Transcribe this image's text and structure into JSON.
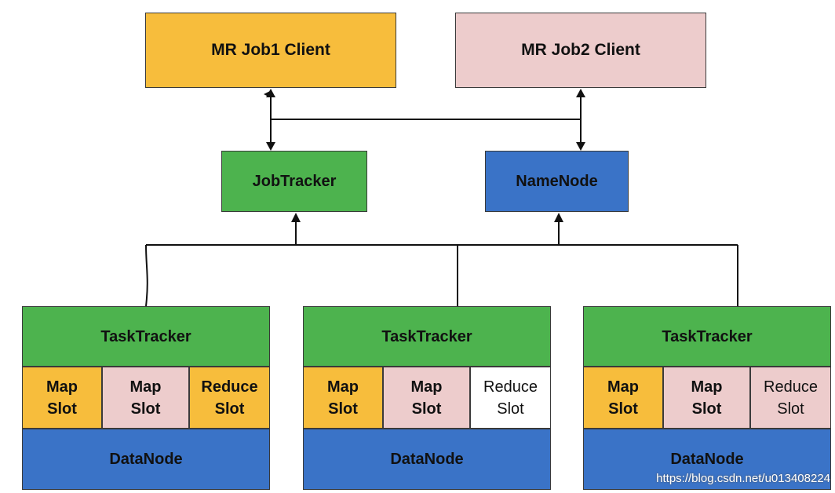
{
  "clients": [
    {
      "label": "MR Job1 Client",
      "color": "#f7bd3c"
    },
    {
      "label": "MR Job2 Client",
      "color": "#edcccc"
    }
  ],
  "masters": [
    {
      "label": "JobTracker",
      "color": "#4db34e"
    },
    {
      "label": "NameNode",
      "color": "#3a73c7"
    }
  ],
  "workers": [
    {
      "tracker": "TaskTracker",
      "slots": [
        {
          "line1": "Map",
          "line2": "Slot",
          "color": "#f7bd3c"
        },
        {
          "line1": "Map",
          "line2": "Slot",
          "color": "#edcccc"
        },
        {
          "line1": "Reduce",
          "line2": "Slot",
          "color": "#f7bd3c"
        }
      ],
      "datanode": "DataNode"
    },
    {
      "tracker": "TaskTracker",
      "slots": [
        {
          "line1": "Map",
          "line2": "Slot",
          "color": "#f7bd3c"
        },
        {
          "line1": "Map",
          "line2": "Slot",
          "color": "#edcccc"
        },
        {
          "line1": "Reduce",
          "line2": "Slot",
          "color": "#ffffff"
        }
      ],
      "datanode": "DataNode"
    },
    {
      "tracker": "TaskTracker",
      "slots": [
        {
          "line1": "Map",
          "line2": "Slot",
          "color": "#f7bd3c"
        },
        {
          "line1": "Map",
          "line2": "Slot",
          "color": "#edcccc"
        },
        {
          "line1": "Reduce",
          "line2": "Slot",
          "color": "#edcccc"
        }
      ],
      "datanode": "DataNode"
    }
  ],
  "watermark": "https://blog.csdn.net/u013408224"
}
